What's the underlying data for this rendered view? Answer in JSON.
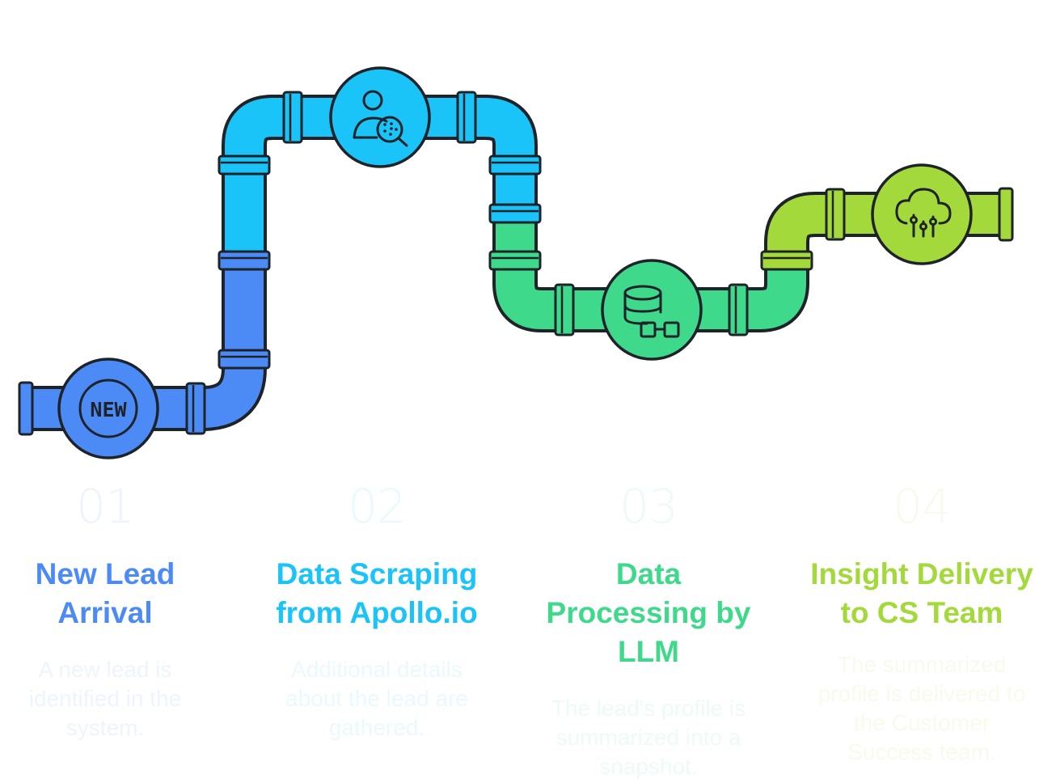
{
  "colors": {
    "blue_dark": "#4C8BF5",
    "blue_light": "#1AC3F8",
    "green": "#3FD98C",
    "lime": "#A3D93A",
    "outline": "#1E2329"
  },
  "steps": [
    {
      "number": "01",
      "title": "New Lead Arrival",
      "title_lines": [
        "New Lead",
        "Arrival"
      ],
      "description": "A new lead is identified in the system.",
      "description_lines": [
        "A new lead is",
        "identified in the",
        "system."
      ],
      "icon": "new-badge-icon",
      "icon_text": "NEW",
      "color": "#4C8BF5"
    },
    {
      "number": "02",
      "title": "Data Scraping from Apollo.io",
      "title_lines": [
        "Data Scraping",
        "from Apollo.io"
      ],
      "description": "Additional details about the lead are gathered.",
      "description_lines": [
        "Additional details",
        "about the lead are",
        "gathered."
      ],
      "icon": "person-search-icon",
      "color": "#1AC3F8"
    },
    {
      "number": "03",
      "title": "Data Processing by LLM",
      "title_lines": [
        "Data",
        "Processing by",
        "LLM"
      ],
      "description": "The lead's profile is summarized into a snapshot.",
      "description_lines": [
        "The lead's profile is",
        "summarized into a",
        "snapshot."
      ],
      "icon": "database-flow-icon",
      "color": "#3FD98C"
    },
    {
      "number": "04",
      "title": "Insight Delivery to CS Team",
      "title_lines": [
        "Insight Delivery",
        "to CS Team"
      ],
      "description": "The summarized profile is delivered to the Customer Success team.",
      "description_lines": [
        "The summarized",
        "profile is delivered to",
        "the Customer",
        "Success team."
      ],
      "icon": "cloud-network-icon",
      "color": "#A3D93A"
    }
  ]
}
